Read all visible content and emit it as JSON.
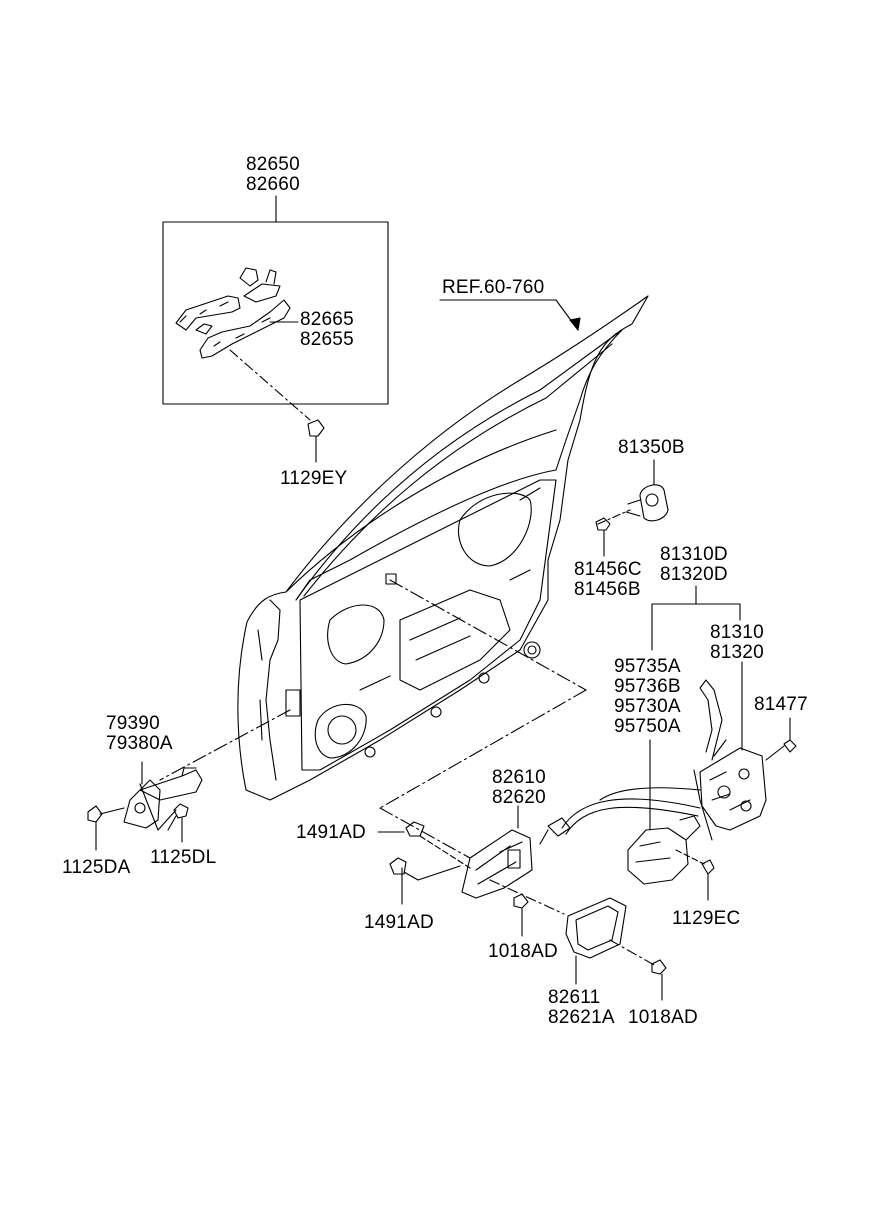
{
  "ref_label": "REF.60-760",
  "labels": {
    "outer_handle_assy": [
      "82650",
      "82660"
    ],
    "outer_handle_parts": [
      "82665",
      "82655"
    ],
    "outer_handle_bolt": [
      "1129EY"
    ],
    "lock_cylinder": [
      "81350B"
    ],
    "lock_screw": [
      "81456C",
      "81456B"
    ],
    "latch_assy": [
      "81310D",
      "81320D"
    ],
    "latch": [
      "81310",
      "81320"
    ],
    "actuator": [
      "95735A",
      "95736B",
      "95730A",
      "95750A"
    ],
    "latch_bolt": [
      "81477"
    ],
    "checker": [
      "79390",
      "79380A"
    ],
    "checker_bolt_a": [
      "1125DA"
    ],
    "checker_bolt_b": [
      "1125DL"
    ],
    "inner_handle": [
      "82610",
      "82620"
    ],
    "clip_upper": [
      "1491AD"
    ],
    "clip_lower": [
      "1491AD"
    ],
    "inner_handle_screw": [
      "1018AD"
    ],
    "actuator_bolt": [
      "1129EC"
    ],
    "inner_bezel": [
      "82611",
      "82621A"
    ],
    "bezel_screw": [
      "1018AD"
    ]
  }
}
